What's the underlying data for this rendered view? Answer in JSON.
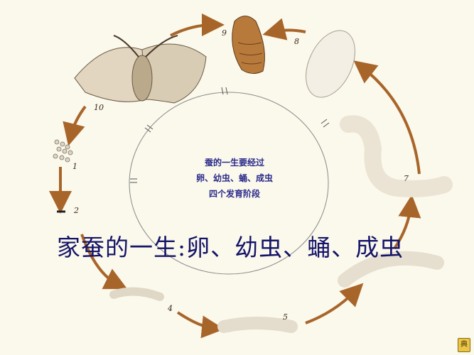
{
  "diagram": {
    "title": "家蚕的一生:卵、幼虫、蛹、成虫",
    "center_text": [
      "蚕的一生要经过",
      "卵、幼虫、蛹、成虫",
      "四个发育阶段"
    ],
    "stages": [
      {
        "number": "1",
        "name": "egg"
      },
      {
        "number": "2",
        "name": "hatchling"
      },
      {
        "number": "4",
        "name": "larva-small"
      },
      {
        "number": "5",
        "name": "larva-medium"
      },
      {
        "number": "7",
        "name": "larva-large"
      },
      {
        "number": "8",
        "name": "cocoon"
      },
      {
        "number": "9",
        "name": "pupa"
      },
      {
        "number": "10",
        "name": "moth"
      }
    ],
    "badge": "典",
    "colors": {
      "background": "#fbf8ec",
      "arrow": "#a8652a",
      "title": "#141468",
      "center_text": "#2a2a8a"
    }
  }
}
